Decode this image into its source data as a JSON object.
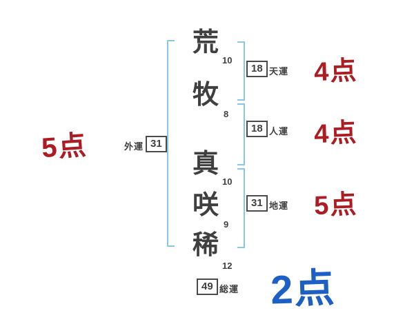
{
  "name": {
    "chars": [
      {
        "char": "荒",
        "strokes": "10"
      },
      {
        "char": "牧",
        "strokes": "8"
      },
      {
        "char": "真",
        "strokes": "10"
      },
      {
        "char": "咲",
        "strokes": "9"
      },
      {
        "char": "稀",
        "strokes": "12"
      }
    ]
  },
  "fortunes": {
    "outer": {
      "label": "外運",
      "value": "31",
      "score": "5点"
    },
    "heaven": {
      "label": "天運",
      "value": "18",
      "score": "4点"
    },
    "person": {
      "label": "人運",
      "value": "18",
      "score": "4点"
    },
    "earth": {
      "label": "地運",
      "value": "31",
      "score": "5点"
    },
    "total": {
      "label": "総運",
      "value": "49",
      "score": "2点"
    }
  },
  "colors": {
    "bracket": "#8ac7e6",
    "score_red": "#ab1d22",
    "score_blue": "#1d5fc4",
    "ink": "#3f3f3f"
  }
}
